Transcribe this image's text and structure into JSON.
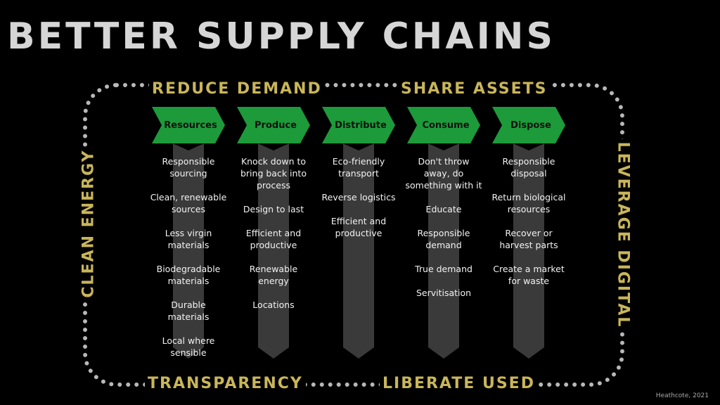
{
  "title": "BETTER SUPPLY CHAINS",
  "frame_labels": {
    "top_left": "REDUCE DEMAND",
    "top_right": "SHARE ASSETS",
    "bottom_left": "TRANSPARENCY",
    "bottom_right": "LIBERATE USED",
    "left": "CLEAN ENERGY",
    "right": "LEVERAGE DIGITAL"
  },
  "colors": {
    "stage_fill": "#1d9a3a",
    "column_fill": "#3a3a3a",
    "label_gold": "#c9b65a",
    "title": "#d6d6d6"
  },
  "stages": [
    {
      "label": "Resources",
      "items": [
        "Responsible sourcing",
        "Clean, renewable sources",
        "Less virgin materials",
        "Biodegradable materials",
        "Durable materials",
        "Local where sensible"
      ]
    },
    {
      "label": "Produce",
      "items": [
        "Knock down to bring back into process",
        "Design to last",
        "Efficient and productive",
        "Renewable energy",
        "Locations"
      ]
    },
    {
      "label": "Distribute",
      "items": [
        "Eco-friendly transport",
        "Reverse logistics",
        "Efficient and productive"
      ]
    },
    {
      "label": "Consume",
      "items": [
        "Don't throw away, do something with it",
        "Educate",
        "Responsible demand",
        "True demand",
        "Servitisation"
      ]
    },
    {
      "label": "Dispose",
      "items": [
        "Responsible disposal",
        "Return biological resources",
        "Recover or harvest parts",
        "Create a market for waste"
      ]
    }
  ],
  "credit": "Heathcote, 2021"
}
